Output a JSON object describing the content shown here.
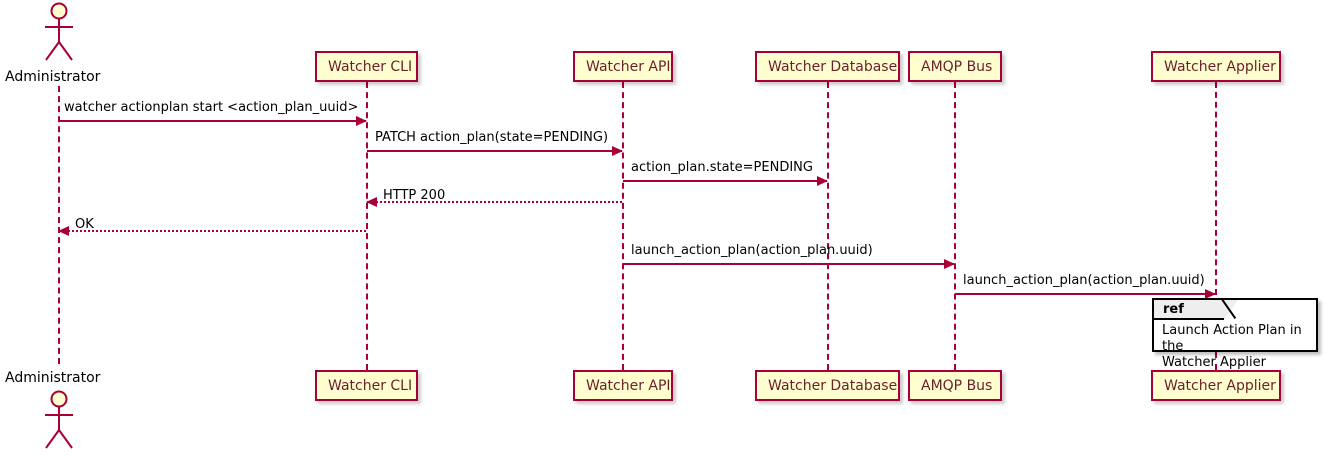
{
  "diagram": {
    "type": "uml-sequence-diagram",
    "title": "",
    "colors": {
      "participant_fill": "#FEFECE",
      "participant_border": "#A80036",
      "participant_text": "#6B1F2B",
      "lifeline": "#A80036",
      "arrow": "#A80036",
      "message_text": "#000000",
      "ref_fill": "#FFFFFF",
      "ref_border": "#000000",
      "ref_tab_fill": "#EEEEEE",
      "background": "#FFFFFF"
    }
  },
  "participants": [
    {
      "id": "administrator",
      "label": "Administrator",
      "kind": "actor"
    },
    {
      "id": "watcher-cli",
      "label": "Watcher CLI",
      "kind": "participant"
    },
    {
      "id": "watcher-api",
      "label": "Watcher API",
      "kind": "participant"
    },
    {
      "id": "watcher-database",
      "label": "Watcher Database",
      "kind": "participant"
    },
    {
      "id": "amqp-bus",
      "label": "AMQP Bus",
      "kind": "participant"
    },
    {
      "id": "watcher-applier",
      "label": "Watcher Applier",
      "kind": "participant"
    }
  ],
  "messages": [
    {
      "id": "m1",
      "label": "watcher actionplan start <action_plan_uuid>",
      "from": "administrator",
      "to": "watcher-cli",
      "style": "solid",
      "direction": "right"
    },
    {
      "id": "m2",
      "label": "PATCH action_plan(state=PENDING)",
      "from": "watcher-cli",
      "to": "watcher-api",
      "style": "solid",
      "direction": "right"
    },
    {
      "id": "m3",
      "label": "action_plan.state=PENDING",
      "from": "watcher-api",
      "to": "watcher-database",
      "style": "solid",
      "direction": "right"
    },
    {
      "id": "m4",
      "label": "HTTP 200",
      "from": "watcher-api",
      "to": "watcher-cli",
      "style": "dashed",
      "direction": "left"
    },
    {
      "id": "m5",
      "label": "OK",
      "from": "watcher-cli",
      "to": "administrator",
      "style": "dashed",
      "direction": "left"
    },
    {
      "id": "m6",
      "label": "launch_action_plan(action_plan.uuid)",
      "from": "watcher-api",
      "to": "amqp-bus",
      "style": "solid",
      "direction": "right"
    },
    {
      "id": "m7",
      "label": "launch_action_plan(action_plan.uuid)",
      "from": "amqp-bus",
      "to": "watcher-applier",
      "style": "solid",
      "direction": "right"
    }
  ],
  "ref_fragment": {
    "tab_label": "ref",
    "line1": "Launch Action Plan in the",
    "line2": "Watcher Applier"
  }
}
